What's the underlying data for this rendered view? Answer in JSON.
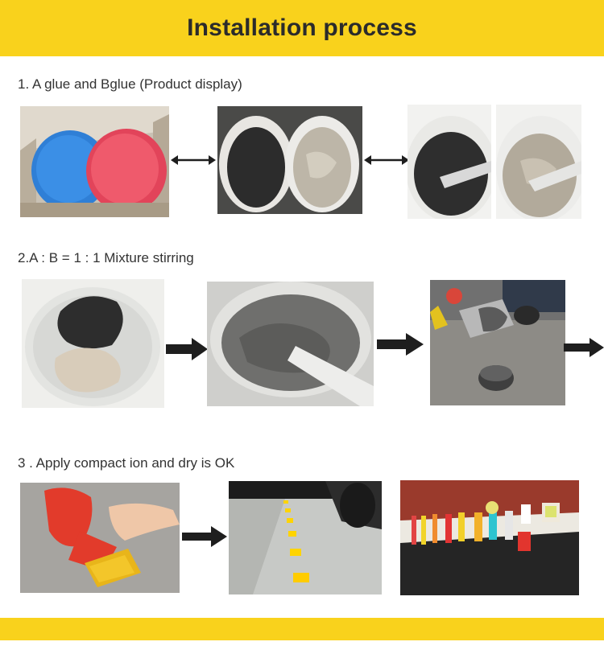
{
  "header": {
    "title": "Installation process"
  },
  "steps": [
    {
      "label": "1. A glue and Bglue (Product display)"
    },
    {
      "label": "2.A : B = 1 : 1 Mixture stirring"
    },
    {
      "label": "3 . Apply compact ion and dry is OK"
    }
  ],
  "colors": {
    "banner": "#f9d21c",
    "arrow": "#1e1e1e"
  },
  "icons": {
    "double_arrow": "double-headed-arrow-icon",
    "right_arrow": "right-arrow-icon"
  }
}
